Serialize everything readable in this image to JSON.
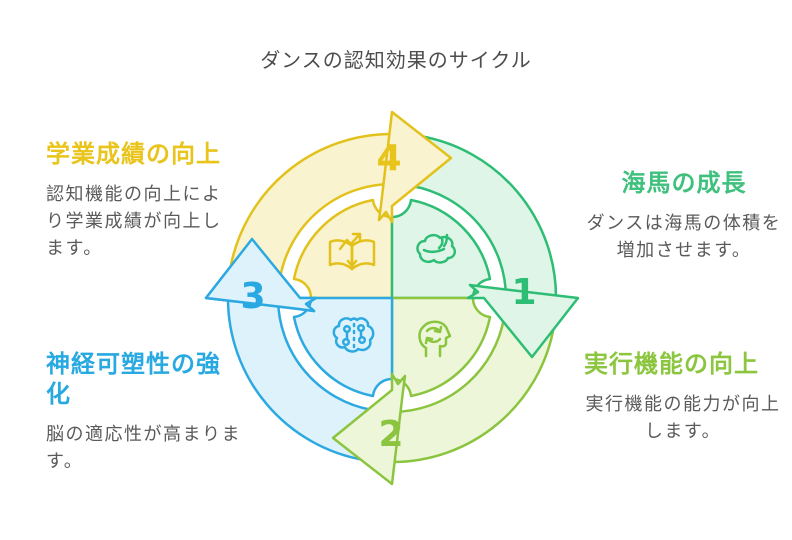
{
  "title": "ダンスの認知効果のサイクル",
  "diagram": {
    "type": "cycle",
    "direction": "clockwise",
    "steps": [
      {
        "number": "1",
        "heading": "海馬の成長",
        "description": "ダンスは海馬の体積を増加させます。",
        "color": "#2EBD74",
        "fill": "#DFF5E8",
        "icon": "brain-icon"
      },
      {
        "number": "2",
        "heading": "実行機能の向上",
        "description": "実行機能の能力が向上します。",
        "color": "#8BC53F",
        "fill": "#EDF6D9",
        "icon": "head-refresh-icon"
      },
      {
        "number": "3",
        "heading": "神経可塑性の強化",
        "description": "脳の適応性が高まります。",
        "color": "#2CA9E0",
        "fill": "#DEF2FC",
        "icon": "circuit-brain-icon"
      },
      {
        "number": "4",
        "heading": "学業成績の向上",
        "description": "認知機能の向上により学業成績が向上します。",
        "color": "#E3C11B",
        "fill": "#FAF3D0",
        "icon": "book-growth-icon"
      }
    ]
  }
}
